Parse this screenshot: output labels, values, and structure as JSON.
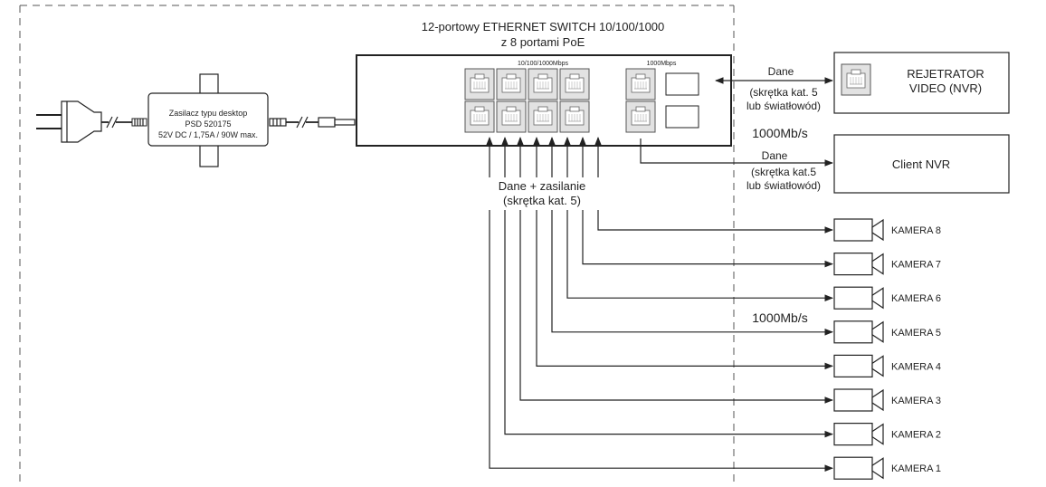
{
  "switch": {
    "title_line1": "12-portowy  ETHERNET SWITCH 10/100/1000",
    "title_line2": "z 8 portami PoE",
    "label_poe_ports": "10/100/1000Mbps",
    "label_uplink_ports": "1000Mbps"
  },
  "power_supply": {
    "line1": "Zasilacz typu desktop",
    "line2": "PSD 520175",
    "line3": "52V DC / 1,75A / 90W max."
  },
  "nvr_link": {
    "label": "Dane",
    "sub1": "(skrętka kat. 5",
    "sub2": "lub światłowód)"
  },
  "nvr": {
    "line1": "REJETRATOR",
    "line2": "VIDEO (NVR)"
  },
  "speed_label": "1000Mb/s",
  "client_link": {
    "label": "Dane",
    "sub1": "(skrętka kat.5",
    "sub2": "lub światłowód)"
  },
  "client": {
    "label": "Client NVR"
  },
  "poe_cables": {
    "line1": "Dane + zasilanie",
    "line2": "(skrętka kat. 5)"
  },
  "camera_speed_label": "1000Mb/s",
  "cameras": [
    "KAMERA 8",
    "KAMERA 7",
    "KAMERA 6",
    "KAMERA 5",
    "KAMERA 4",
    "KAMERA 3",
    "KAMERA 2",
    "KAMERA 1"
  ],
  "colors": {
    "stroke": "#222222",
    "port_fill": "#e2e2e2",
    "dashed_border": "#555555"
  }
}
